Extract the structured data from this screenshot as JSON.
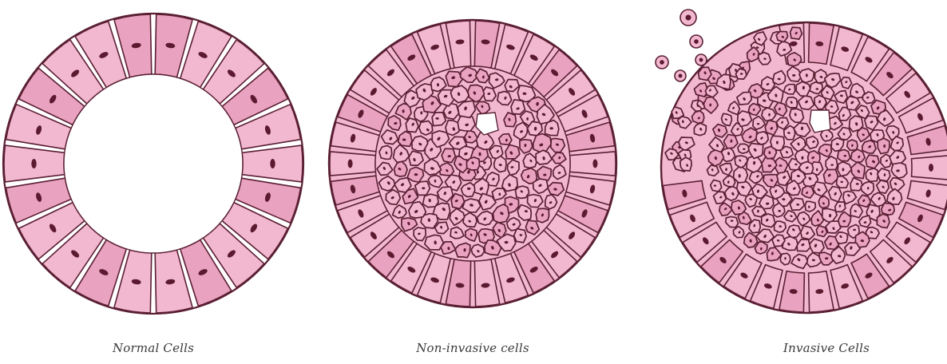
{
  "panels": [
    {
      "id": "normal",
      "caption": "Normal Cells"
    },
    {
      "id": "non-invasive",
      "caption": "Non-invasive cells"
    },
    {
      "id": "invasive",
      "caption": "Invasive Cells"
    }
  ],
  "colors": {
    "cell_fill": "#f2b8cf",
    "cell_fill_dark": "#e9a2bf",
    "outline": "#5a1f33",
    "nucleus": "#5c1a31",
    "background": "#ffffff",
    "caption": "#3a3a3a"
  }
}
